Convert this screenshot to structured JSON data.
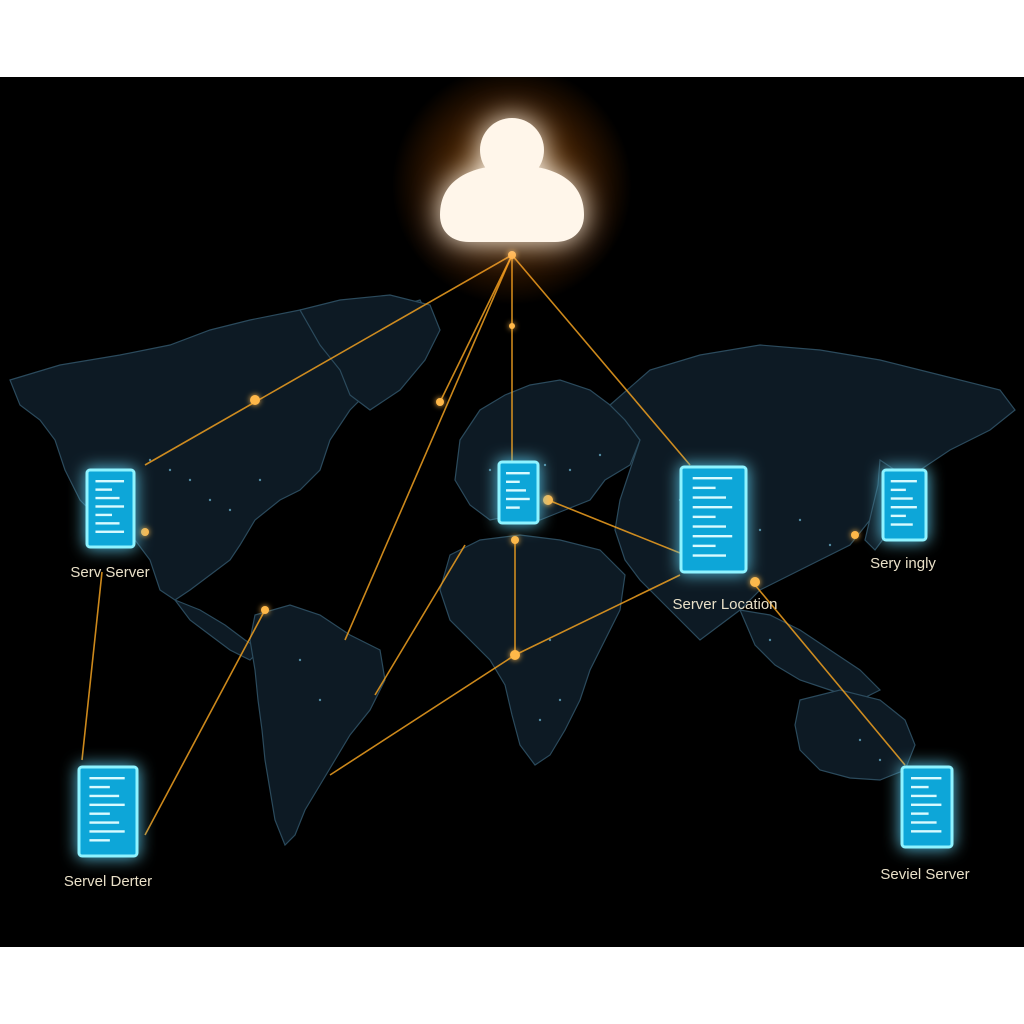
{
  "servers": [
    {
      "label": "Serv Server"
    },
    {
      "label": "Server Location"
    },
    {
      "label": "Sery ingly"
    },
    {
      "label": "Servel Derter"
    },
    {
      "label": "Seviel Server"
    },
    {
      "label": ""
    }
  ],
  "colors": {
    "background": "#000000",
    "land": "#0d1a24",
    "link": "#f0a020",
    "server": "#0aa6d8",
    "user": "#fff6ea",
    "glow": "#ff8a00"
  },
  "icons": {
    "user": "user-icon",
    "server": "server-icon"
  }
}
